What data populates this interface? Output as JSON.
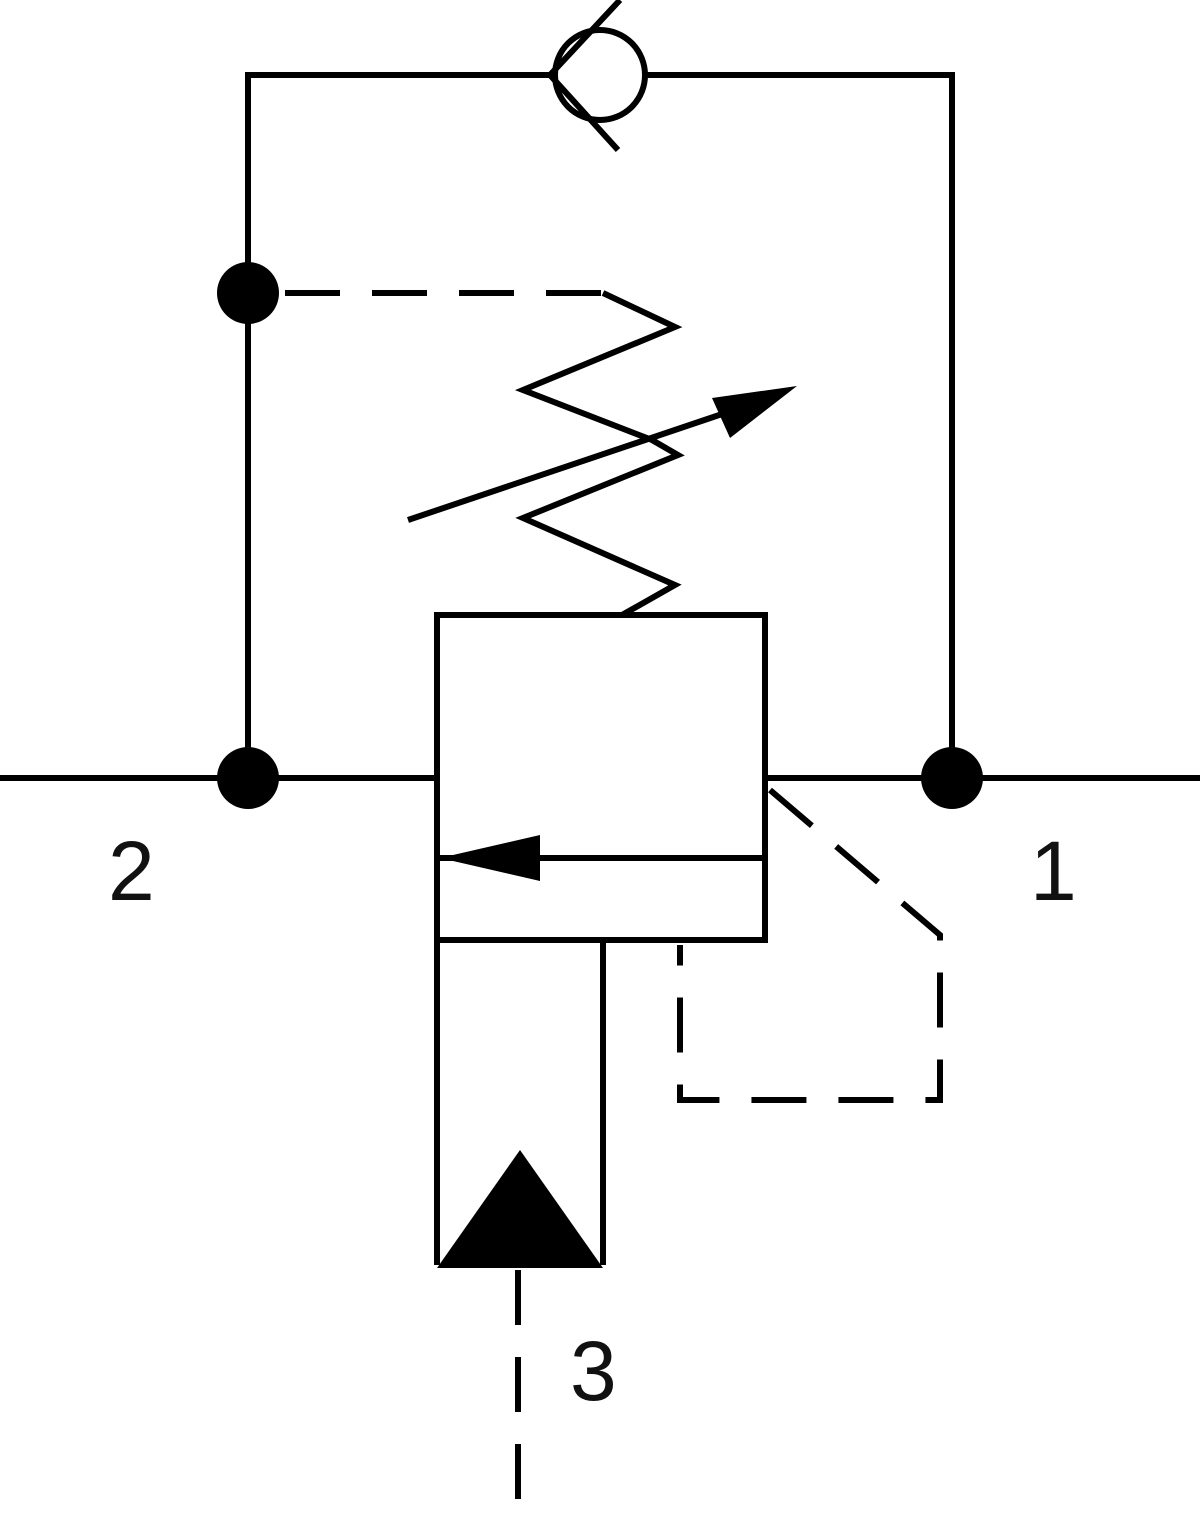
{
  "diagram": {
    "ports": [
      {
        "label": "2"
      },
      {
        "label": "1"
      },
      {
        "label": "3"
      }
    ],
    "colors": {
      "line": "#000000",
      "background": "#ffffff"
    }
  }
}
